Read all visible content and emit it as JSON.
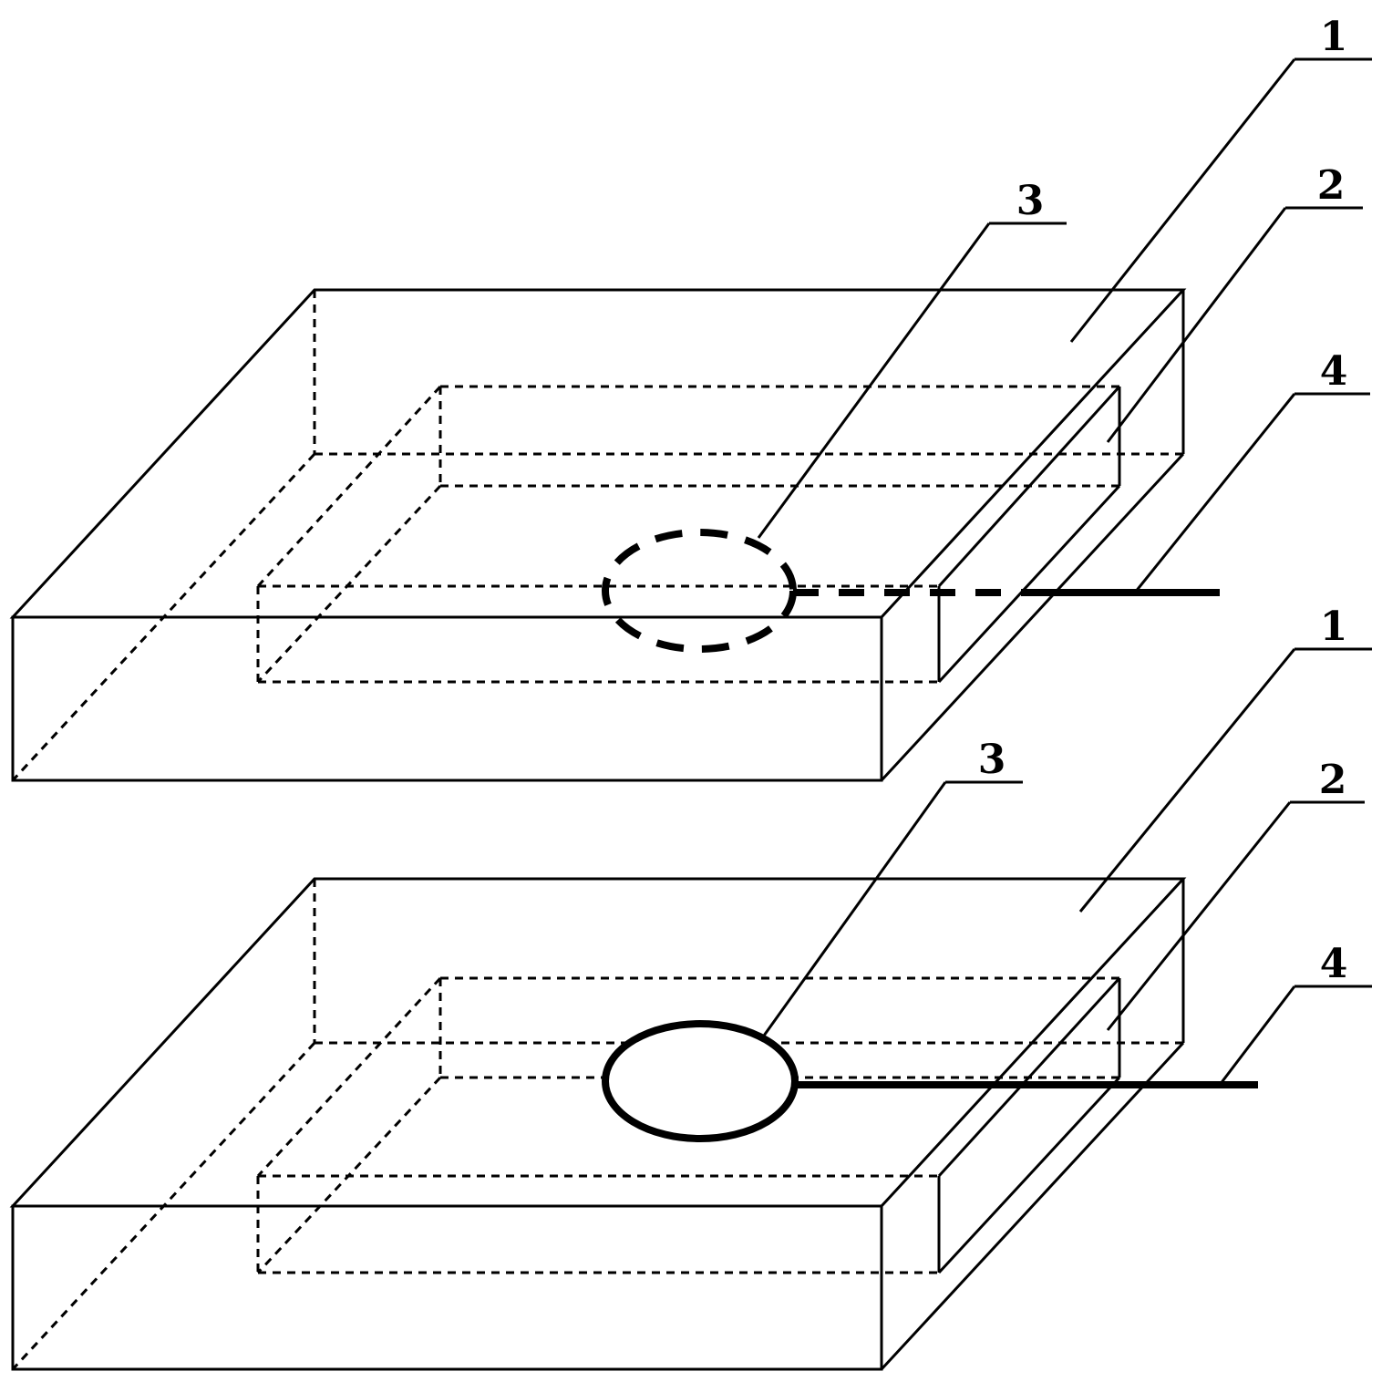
{
  "figures": [
    {
      "id": "top",
      "labels": {
        "l1": "1",
        "l2": "2",
        "l3": "3",
        "l4": "4"
      }
    },
    {
      "id": "bottom",
      "labels": {
        "l1": "1",
        "l2": "2",
        "l3": "3",
        "l4": "4"
      }
    }
  ],
  "colors": {
    "ink": "#000000",
    "background": "#ffffff"
  }
}
